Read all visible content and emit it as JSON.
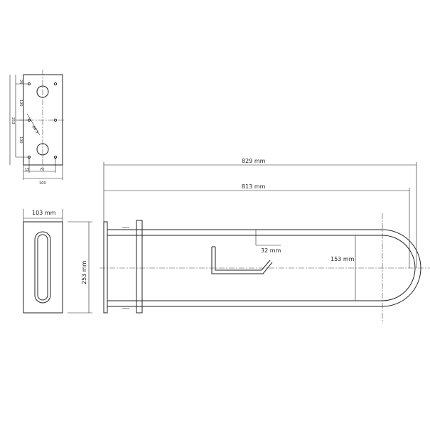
{
  "mounting_plate": {
    "dims": [
      "25",
      "100",
      "253",
      "100",
      "15",
      "70",
      "100"
    ],
    "hole_label": "Ø6.5"
  },
  "front_view": {
    "width_label": "103 mm",
    "height_label": "253 mm"
  },
  "side_view": {
    "total_length_label": "829 mm",
    "length_label": "813 mm",
    "tube_label": "32 mm",
    "width_label": "153 mm"
  }
}
